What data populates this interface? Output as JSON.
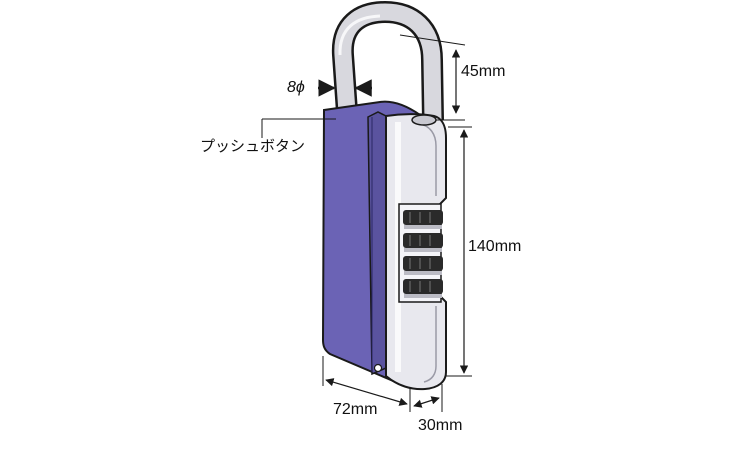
{
  "labels": {
    "shackle_height": "45mm",
    "body_height": "140mm",
    "width": "72mm",
    "depth": "30mm",
    "shackle_diameter": "8ϕ",
    "push_button": "プッシュボタン"
  },
  "colors": {
    "body_front": "#6b63b5",
    "body_front_dark": "#4f4894",
    "body_side": "#e8e8ee",
    "shackle": "#d8d8de",
    "outline": "#1a1a1a",
    "dial": "#2a2a2a"
  },
  "dial_count": 4
}
